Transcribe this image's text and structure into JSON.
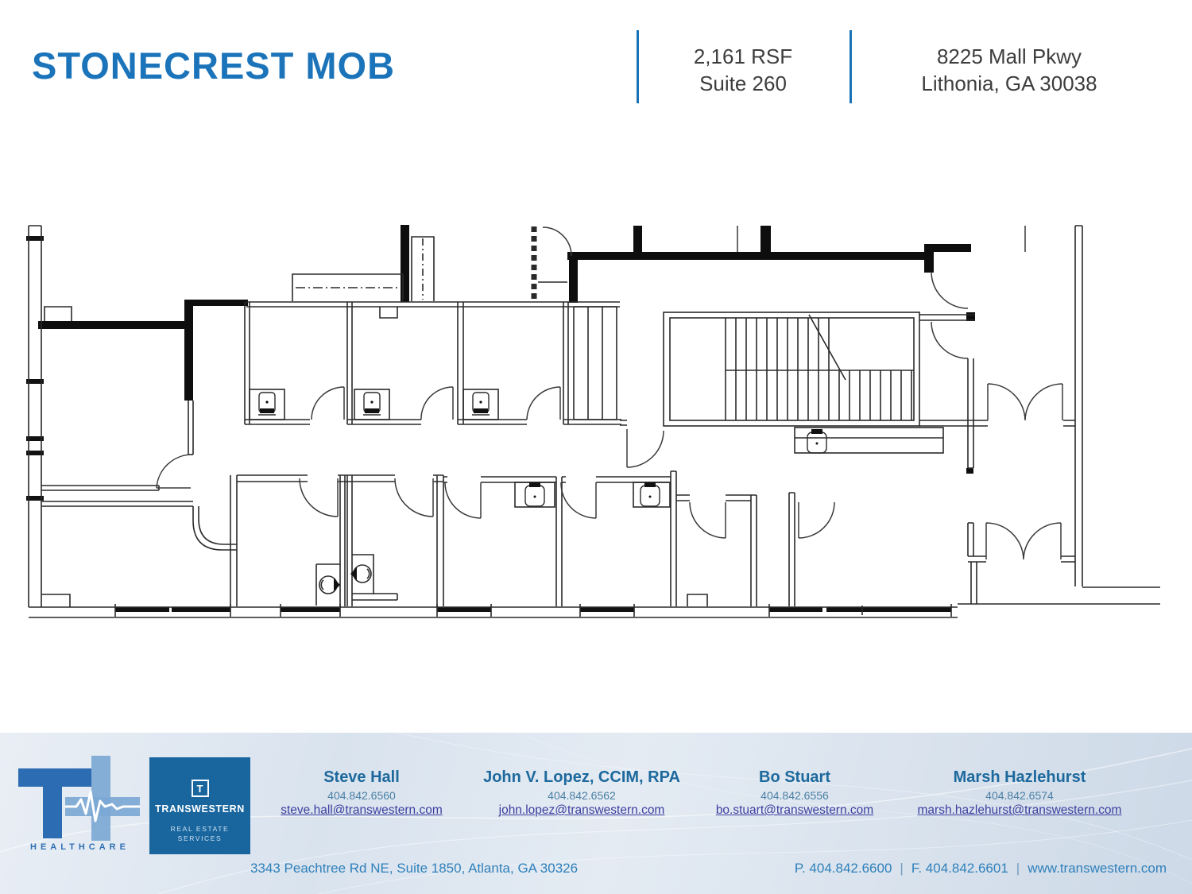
{
  "header": {
    "title": "STONECREST MOB",
    "rsf_line1": "2,161 RSF",
    "rsf_line2": "Suite 260",
    "address_line1": "8225 Mall Pkwy",
    "address_line2": "Lithonia, GA 30038",
    "accent_color": "#1b74ba"
  },
  "footer": {
    "healthcare_logo_word": "HEALTHCARE",
    "transwestern_box": {
      "icon_letter": "T",
      "name": "TRANSWESTERN",
      "sub_line1": "REAL ESTATE",
      "sub_line2": "SERVICES",
      "box_color": "#19669f"
    },
    "contacts": [
      {
        "name": "Steve Hall",
        "phone": "404.842.6560",
        "email": "steve.hall@transwestern.com"
      },
      {
        "name": "John V. Lopez, CCIM, RPA",
        "phone": "404.842.6562",
        "email": "john.lopez@transwestern.com"
      },
      {
        "name": "Bo Stuart",
        "phone": "404.842.6556",
        "email": "bo.stuart@transwestern.com"
      },
      {
        "name": "Marsh Hazlehurst",
        "phone": "404.842.6574",
        "email": "marsh.hazlehurst@transwestern.com"
      }
    ],
    "office_address": "3343 Peachtree Rd NE, Suite 1850, Atlanta, GA 30326",
    "phone": "P. 404.842.6600",
    "fax": "F. 404.842.6601",
    "website": "www.transwestern.com"
  }
}
